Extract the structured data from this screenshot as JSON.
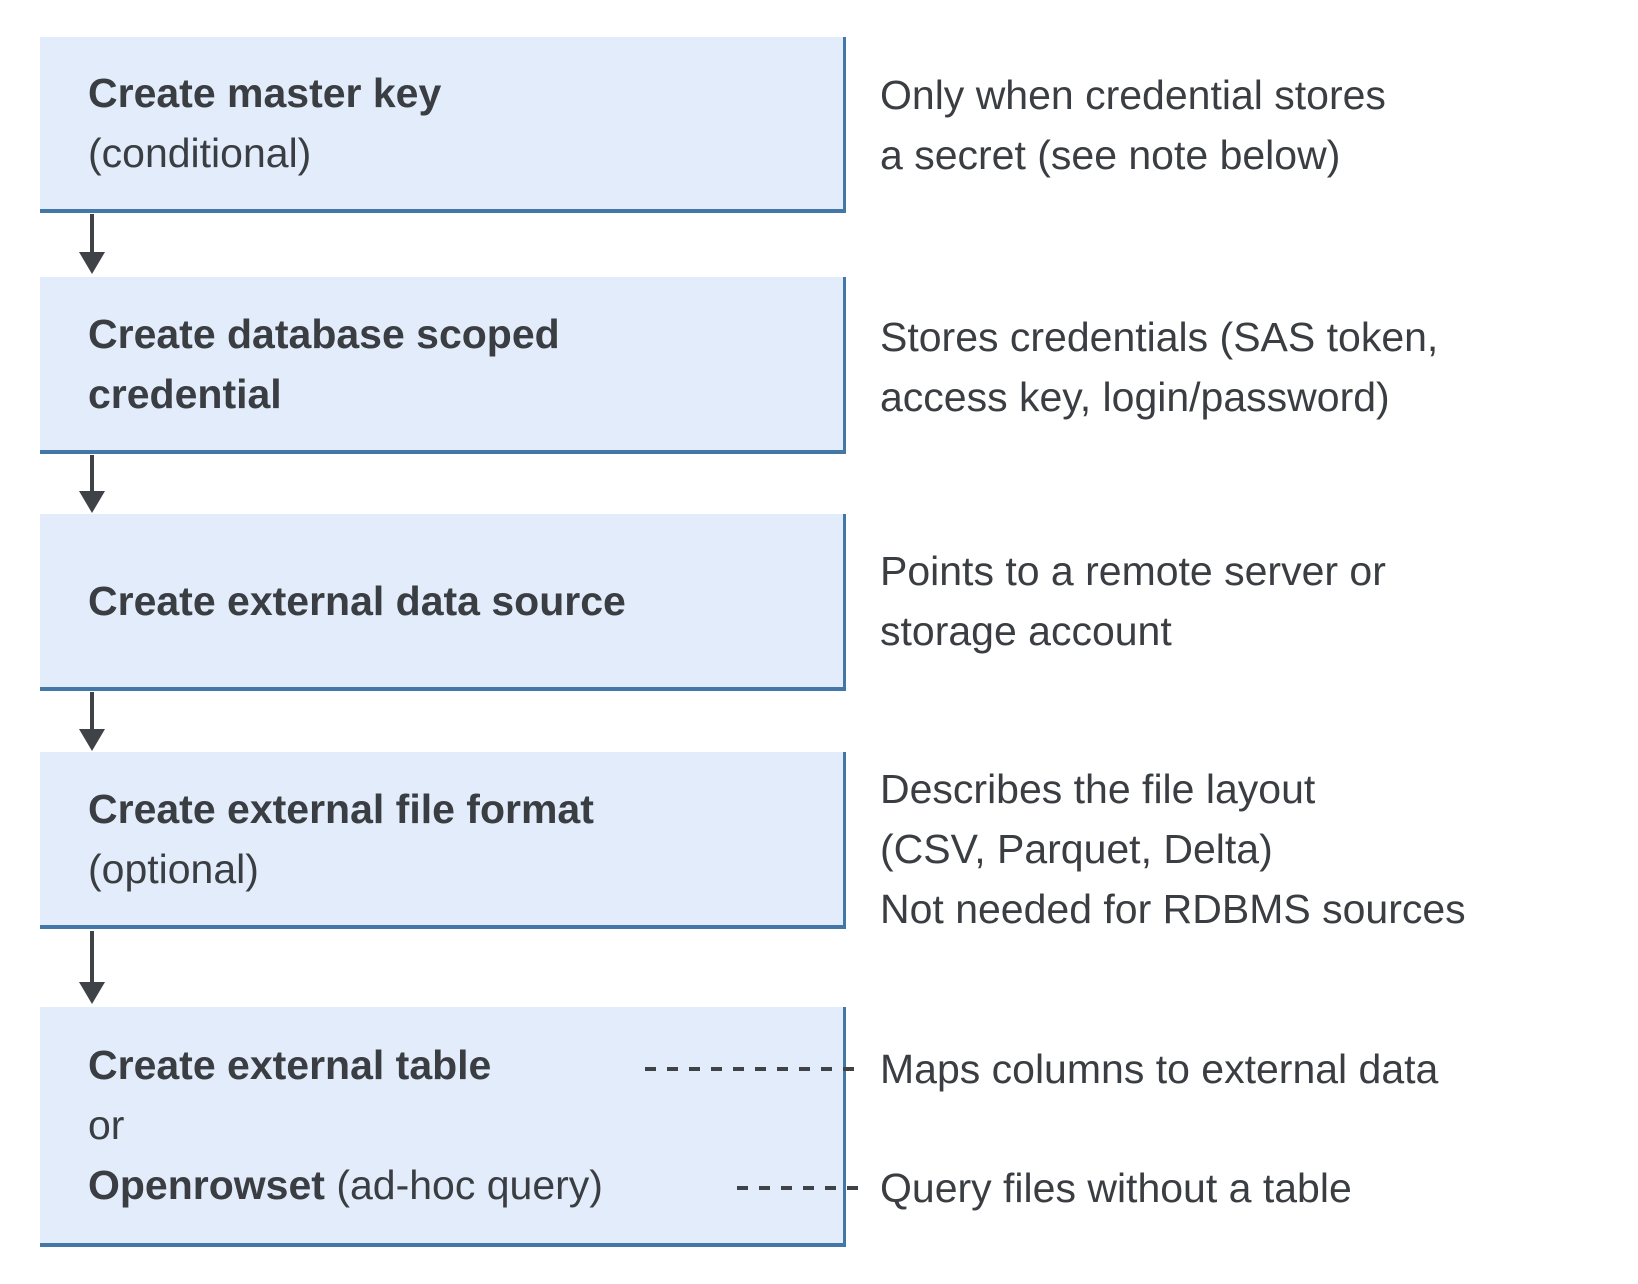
{
  "diagram": {
    "colors": {
      "background": "#ffffff",
      "box_fill": "#e2ecfa",
      "box_border": "#4377a8",
      "text": "#3a3d42",
      "connector": "#3f4247"
    },
    "steps": [
      {
        "title": "Create master key",
        "qualifier": "(conditional)",
        "note": "Only when credential stores\na secret (see note below)"
      },
      {
        "title": "Create database scoped credential",
        "note": "Stores credentials (SAS token,\naccess key, login/password)"
      },
      {
        "title": "Create external data source",
        "note": "Points to a remote server or\nstorage account"
      },
      {
        "title": "Create external file format",
        "qualifier": "(optional)",
        "note": "Describes the file layout\n(CSV, Parquet, Delta)\nNot needed for RDBMS sources"
      },
      {
        "title": "Create external table",
        "or_label": "or",
        "alt_bold": "Openrowset",
        "alt_rest": " (ad-hoc query)",
        "note_table": "Maps columns to external data",
        "note_openrowset": "Query files without a table"
      }
    ]
  }
}
